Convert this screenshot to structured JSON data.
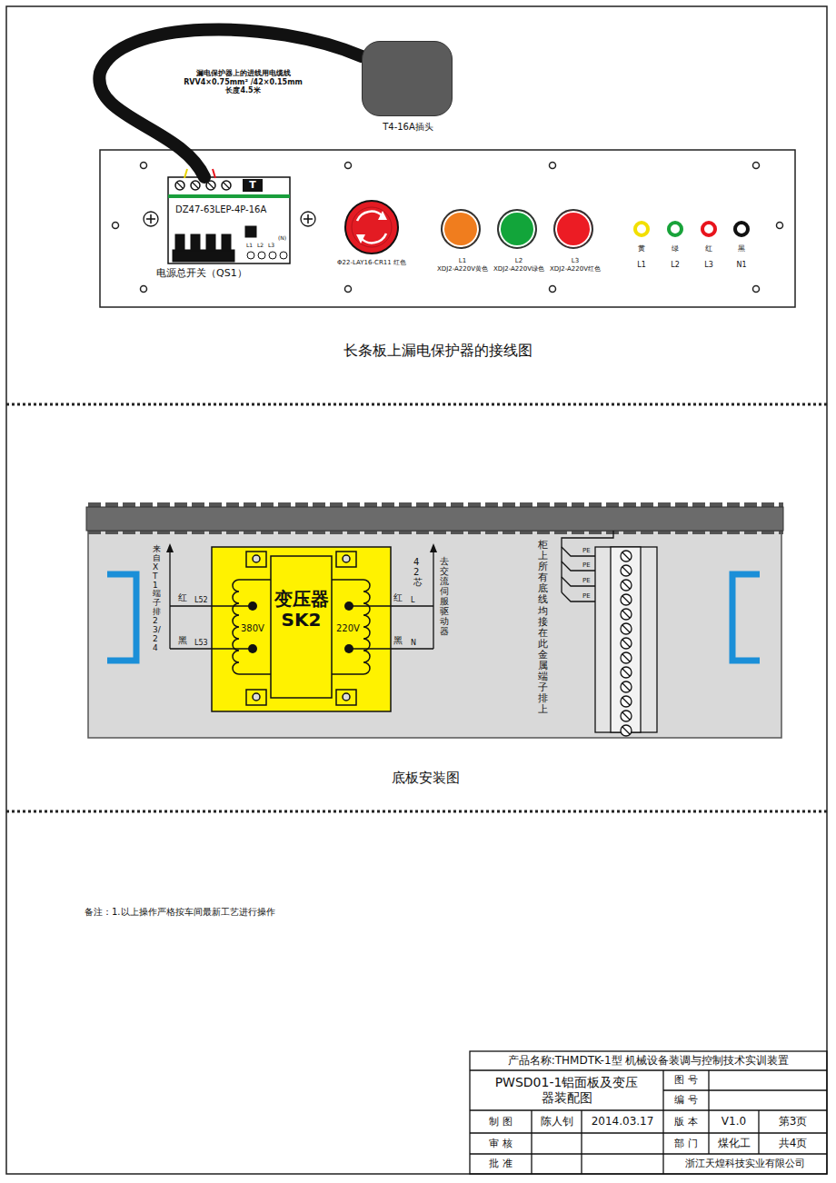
{
  "diagram": {
    "nodes": [
      {
        "text": [
          "T4-16A插头"
        ]
      },
      {
        "text": [
          "T",
          "DZ47-63LEP-4P-16A",
          "L1",
          "L2",
          "L3",
          "(N)",
          "电源总开关（QS1）"
        ]
      },
      {
        "text": [
          "Φ22-LAY16-CR11 红色"
        ]
      },
      {
        "text": [
          "L1",
          "XDJ2-A220V黄色"
        ]
      },
      {
        "text": [
          "L2",
          "XDJ2-A220V绿色"
        ]
      },
      {
        "text": [
          "L3",
          "XDJ2-A220V红色"
        ]
      },
      {
        "text": [
          "黄",
          "L1"
        ]
      },
      {
        "text": [
          "绿",
          "L2"
        ]
      },
      {
        "text": [
          "红",
          "L3"
        ]
      },
      {
        "text": [
          "黑",
          "N1"
        ]
      },
      {
        "text": [
          "变压器 SK2",
          "380V",
          "220V"
        ]
      }
    ],
    "edges": [
      {
        "from": 0,
        "to": 1,
        "arrow": "none",
        "label": "漏电保护器上的进线用电缆线 RVV4×0.75mm² /42×0.15mm 长度4.5米"
      }
    ],
    "labels": [
      "长条板上漏电保护器的接线图",
      "红",
      "L52",
      "黑",
      "L53",
      "来自XT1端子排23/24",
      "红",
      "L",
      "黑",
      "N",
      "42芯",
      "去交流伺服驱动器",
      "柜上所有底线均接在此金属端子排上",
      "PE",
      "PE",
      "PE",
      "PE",
      "底板安装图",
      "备注：1.以上操作严格按车间最新工艺进行操作",
      "产品名称:THMDTK-1型 机械设备装调与控制技术实训装置",
      "PWSD01-1铝面板及变压器装配图",
      "图 号",
      "编 号",
      "制 图",
      "陈人钊",
      "2014.03.17",
      "版 本",
      "V1.0",
      "第3页",
      "审 核",
      "部 门",
      "煤化工",
      "共4页",
      "批 准",
      "浙江天煌科技实业有限公司"
    ]
  }
}
